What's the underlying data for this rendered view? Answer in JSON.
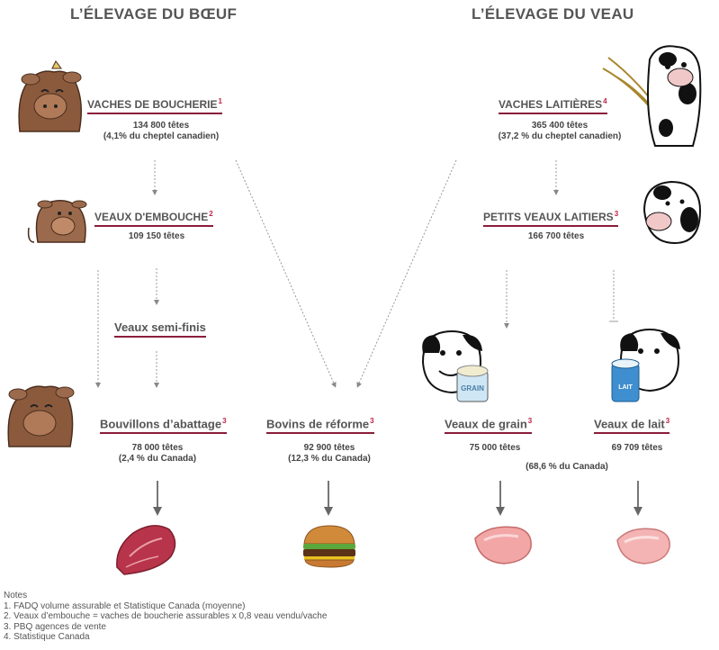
{
  "titles": {
    "beef": "L’ÉLEVAGE DU BŒUF",
    "veal": "L’ÉLEVAGE DU VEAU"
  },
  "nodes": {
    "vaches_boucherie": {
      "label": "VACHES DE BOUCHERIE",
      "note": "1",
      "stat1": "134 800 têtes",
      "stat2": "(4,1% du cheptel canadien)"
    },
    "vaches_laitieres": {
      "label": "VACHES LAITIÈRES",
      "note": "4",
      "stat1": "365 400 têtes",
      "stat2": "(37,2 % du cheptel canadien)"
    },
    "veaux_embouche": {
      "label": "VEAUX D'EMBOUCHE",
      "note": "2",
      "stat1": "109 150 têtes"
    },
    "petits_veaux": {
      "label": "PETITS VEAUX LAITIERS",
      "note": "3",
      "stat1": "166 700 têtes"
    },
    "veaux_semi_finis": {
      "label": "Veaux semi-finis"
    },
    "bouvillons": {
      "label": "Bouvillons d’abattage",
      "note": "3",
      "stat1": "78 000 têtes",
      "stat2": "(2,4 % du Canada)"
    },
    "bovins_reforme": {
      "label": "Bovins de réforme",
      "note": "3",
      "stat1": "92 900 têtes",
      "stat2": "(12,3 % du Canada)"
    },
    "veaux_grain": {
      "label": "Veaux de grain",
      "note": "3",
      "stat1": "75 000 têtes"
    },
    "veaux_lait": {
      "label": "Veaux de lait",
      "note": "3",
      "stat1": "69 709 têtes"
    },
    "veal_share": "(68,6 % du Canada)"
  },
  "packages": {
    "grain": "GRAIN",
    "milk": "LAIT"
  },
  "notes": {
    "heading": "Notes",
    "items": [
      "1. FADQ volume assurable et Statistique Canada (moyenne)",
      "2. Veaux d’embouche = vaches de boucherie assurables x 0,8 veau vendu/vache",
      "3. PBQ agences de vente",
      "4. Statistique Canada"
    ]
  },
  "colors": {
    "accent_underline": "#8a1d3a",
    "note_number": "#c0224a",
    "cow_brown": "#8b5a3c",
    "meat": "#b8344a",
    "veal_meat": "#f2a6a6"
  }
}
